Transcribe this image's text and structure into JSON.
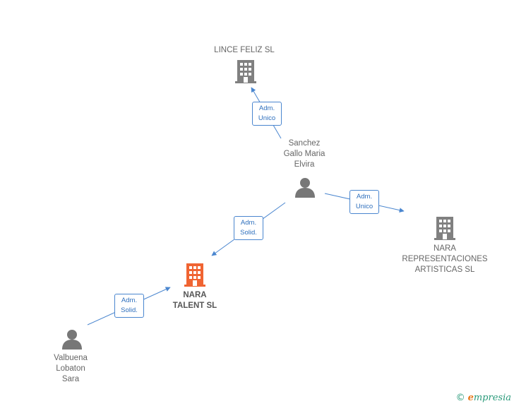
{
  "colors": {
    "company": "#808080",
    "company_main": "#f06432",
    "person": "#777777",
    "edge": "#4a86cf"
  },
  "nodes": {
    "lince": {
      "name": "LINCE FELIZ SL",
      "type": "company"
    },
    "sanchez": {
      "name": "Sanchez\nGallo Maria\nElvira",
      "type": "person"
    },
    "nara_rep": {
      "name": "NARA\nREPRESENTACIONES\nARTISTICAS  SL",
      "type": "company"
    },
    "nara_talent": {
      "name": "NARA\nTALENT  SL",
      "type": "company_main"
    },
    "valbuena": {
      "name": "Valbuena\nLobaton\nSara",
      "type": "person"
    }
  },
  "edges": [
    {
      "from": "sanchez",
      "to": "lince",
      "label": "Adm.\nUnico"
    },
    {
      "from": "sanchez",
      "to": "nara_rep",
      "label": "Adm.\nUnico"
    },
    {
      "from": "sanchez",
      "to": "nara_talent",
      "label": "Adm.\nSolid."
    },
    {
      "from": "valbuena",
      "to": "nara_talent",
      "label": "Adm.\nSolid."
    }
  ],
  "brand": {
    "copyright": "©",
    "name_first": "e",
    "name_rest": "mpresia"
  }
}
